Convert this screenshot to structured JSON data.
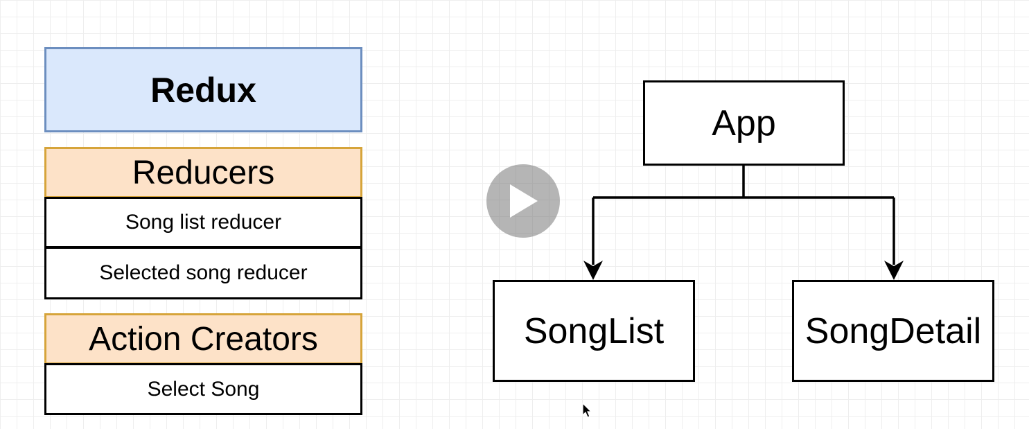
{
  "redux": {
    "title": "Redux"
  },
  "reducers": {
    "header": "Reducers",
    "items": [
      {
        "label": "Song list reducer"
      },
      {
        "label": "Selected song reducer"
      }
    ]
  },
  "action_creators": {
    "header": "Action Creators",
    "items": [
      {
        "label": "Select Song"
      }
    ]
  },
  "component_tree": {
    "root": "App",
    "children": [
      "SongList",
      "SongDetail"
    ]
  },
  "colors": {
    "redux_fill": "#dae8fc",
    "redux_border": "#6c8ebf",
    "section_fill": "#fde2c8",
    "section_border": "#d6a43a",
    "grid": "#eeeeee"
  },
  "overlay": {
    "play_icon": "play-icon",
    "cursor_icon": "mouse-cursor-icon"
  }
}
